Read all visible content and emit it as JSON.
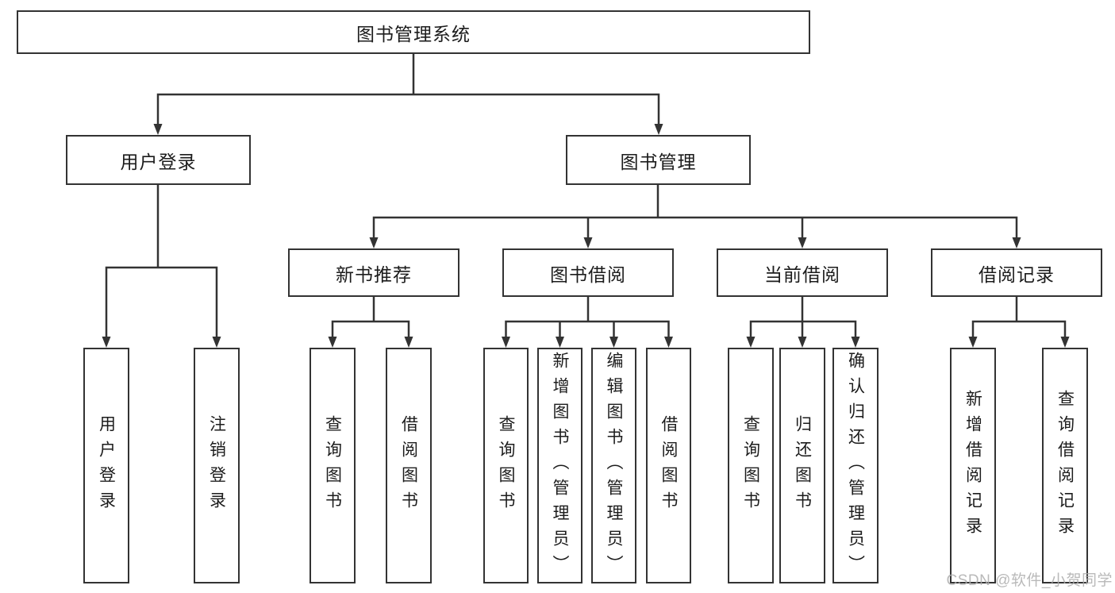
{
  "diagram": {
    "root_label": "图书管理系统",
    "branches": [
      {
        "label": "用户登录",
        "leaves": [
          "用户登录",
          "注销登录"
        ]
      },
      {
        "label": "图书管理",
        "groups": [
          {
            "label": "新书推荐",
            "leaves": [
              "查询图书",
              "借阅图书"
            ]
          },
          {
            "label": "图书借阅",
            "leaves": [
              "查询图书",
              "新增图书（管理员）",
              "编辑图书（管理员）",
              "借阅图书"
            ]
          },
          {
            "label": "当前借阅",
            "leaves": [
              "查询图书",
              "归还图书",
              "确认归还（管理员）"
            ]
          },
          {
            "label": "借阅记录",
            "leaves": [
              "新增借阅记录",
              "查询借阅记录"
            ]
          }
        ]
      }
    ]
  },
  "watermark": {
    "text": "CSDN @软件_小贺同学"
  },
  "colors": {
    "line": "#333333",
    "box_border": "#333333",
    "text": "#1c1c1c",
    "background": "#ffffff",
    "watermark": "#adadad"
  }
}
